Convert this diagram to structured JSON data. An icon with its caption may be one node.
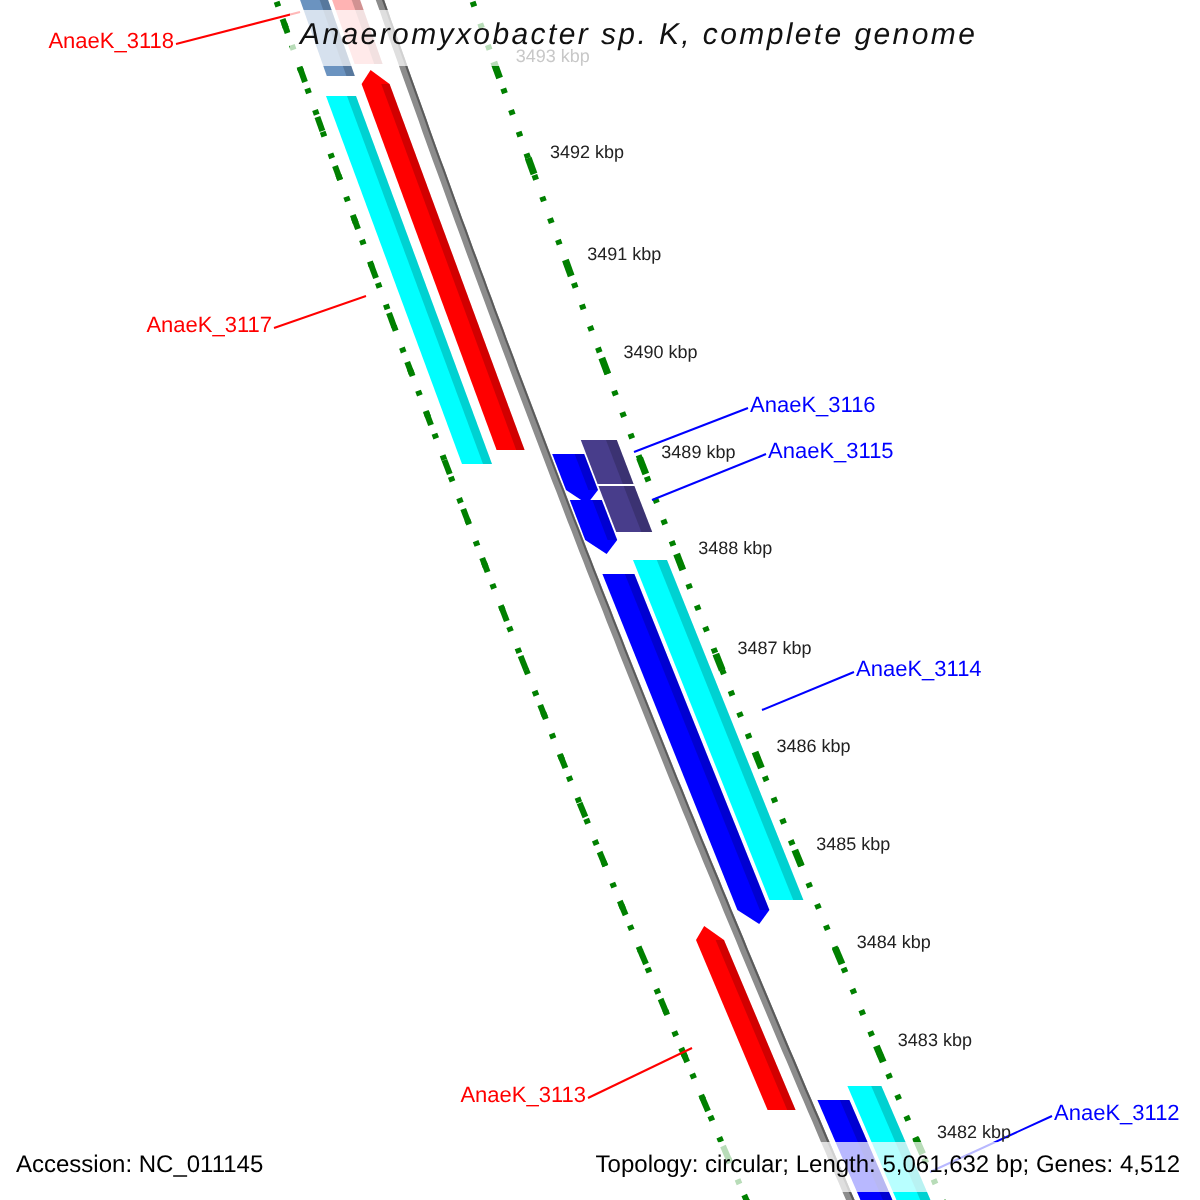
{
  "diagram": {
    "title": "Anaeromyxobacter sp. K, complete genome",
    "nodes": [
      {
        "text": [
          "AnaeK_3118"
        ]
      },
      {
        "text": [
          "AnaeK_3117"
        ]
      },
      {
        "text": [
          "AnaeK_3116"
        ]
      },
      {
        "text": [
          "AnaeK_3115"
        ]
      },
      {
        "text": [
          "AnaeK_3114"
        ]
      },
      {
        "text": [
          "AnaeK_3113"
        ]
      },
      {
        "text": [
          "AnaeK_3112"
        ]
      },
      {
        "text": [],
        "shape": "bar"
      },
      {
        "text": [],
        "shape": "bar"
      },
      {
        "text": [],
        "shape": "bar"
      },
      {
        "text": [],
        "shape": "bar"
      },
      {
        "text": [],
        "shape": "bar"
      },
      {
        "text": [],
        "shape": "bar"
      },
      {
        "text": [],
        "shape": "bar"
      },
      {
        "text": [],
        "shape": "bar"
      },
      {
        "text": [],
        "shape": "bar"
      },
      {
        "text": [],
        "shape": "bar"
      },
      {
        "text": [],
        "shape": "bar"
      },
      {
        "text": [],
        "shape": "bar"
      },
      {
        "text": [],
        "shape": "bar"
      }
    ],
    "edges": [
      {
        "from": 0,
        "to": 7,
        "arrow": "none",
        "color": "#ff0000"
      },
      {
        "from": 1,
        "to": 9,
        "arrow": "none",
        "color": "#ff0000"
      },
      {
        "from": 2,
        "to": 11,
        "arrow": "none"
      },
      {
        "from": 3,
        "to": 13,
        "arrow": "none"
      },
      {
        "from": 4,
        "to": 15,
        "arrow": "none"
      },
      {
        "from": 5,
        "to": 17,
        "arrow": "none",
        "color": "#ff0000"
      },
      {
        "from": 6,
        "to": 18,
        "arrow": "none"
      }
    ],
    "labels": [
      "3493 kbp",
      "3492 kbp",
      "3491 kbp",
      "3490 kbp",
      "3489 kbp",
      "3488 kbp",
      "3487 kbp",
      "3486 kbp",
      "3485 kbp",
      "3484 kbp",
      "3483 kbp",
      "3482 kbp",
      "Accession: NC_011145",
      "Topology: circular; Length: 5,061,632 bp; Genes: 4,512"
    ]
  }
}
